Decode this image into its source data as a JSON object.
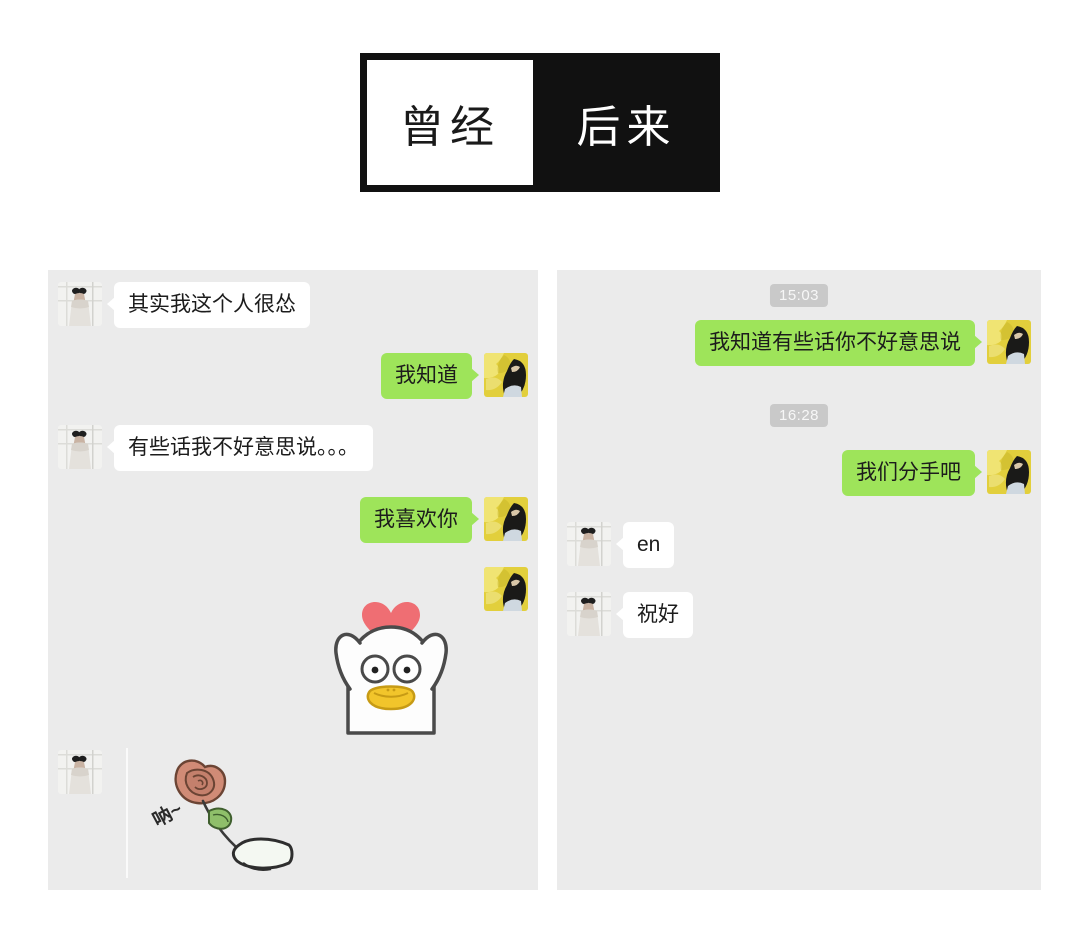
{
  "header": {
    "left_label": "曾经",
    "right_label": "后来"
  },
  "colors": {
    "bubble_sent": "#9ee45a",
    "bubble_received": "#ffffff",
    "panel_background": "#ebebeb",
    "timestamp_chip": "#c9c9c9",
    "banner_dark": "#111111",
    "banner_light": "#ffffff",
    "heart": "#ef6e73",
    "beak": "#edc game"
  },
  "left_panel": {
    "name": "past-conversation",
    "messages": [
      {
        "direction": "incoming",
        "type": "text",
        "text": "其实我这个人很怂",
        "avatar": "white-figure-avatar"
      },
      {
        "direction": "outgoing",
        "type": "text",
        "text": "我知道",
        "avatar": "yellow-portrait-avatar"
      },
      {
        "direction": "incoming",
        "type": "text",
        "text": "有些话我不好意思说。。。",
        "avatar": "white-figure-avatar"
      },
      {
        "direction": "outgoing",
        "type": "text",
        "text": "我喜欢你",
        "avatar": "yellow-portrait-avatar"
      },
      {
        "direction": "outgoing",
        "type": "sticker",
        "sticker": "duck-with-heart-sticker",
        "avatar": "yellow-portrait-avatar"
      },
      {
        "direction": "incoming",
        "type": "sticker",
        "sticker": "rose-hand-sticker",
        "sticker_text": "呐~",
        "avatar": "white-figure-avatar"
      }
    ]
  },
  "right_panel": {
    "name": "later-conversation",
    "items": [
      {
        "kind": "timestamp",
        "text": "15:03"
      },
      {
        "kind": "message",
        "direction": "outgoing",
        "type": "text",
        "text": "我知道有些话你不好意思说",
        "avatar": "yellow-portrait-avatar"
      },
      {
        "kind": "timestamp",
        "text": "16:28"
      },
      {
        "kind": "message",
        "direction": "outgoing",
        "type": "text",
        "text": "我们分手吧",
        "avatar": "yellow-portrait-avatar"
      },
      {
        "kind": "message",
        "direction": "incoming",
        "type": "text",
        "text": "en",
        "avatar": "white-figure-avatar"
      },
      {
        "kind": "message",
        "direction": "incoming",
        "type": "text",
        "text": "祝好",
        "avatar": "white-figure-avatar"
      }
    ]
  }
}
